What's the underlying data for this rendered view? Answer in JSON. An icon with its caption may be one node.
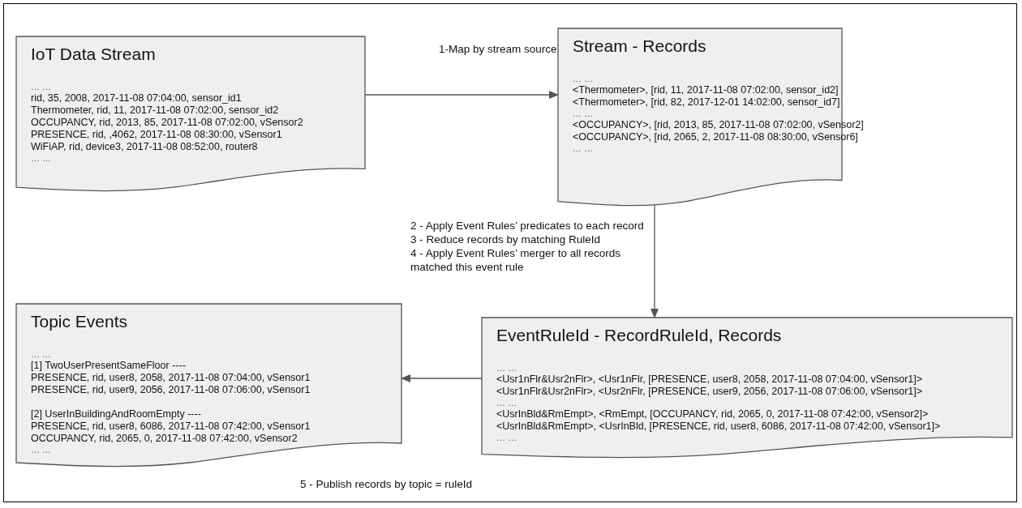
{
  "diagram": {
    "nodes": [
      {
        "text": [
          "IoT Data Stream",
          "… …",
          "rid, 35, 2008, 2017-11-08 07:04:00, sensor_id1",
          "Thermometer, rid, 11, 2017-11-08 07:02:00, sensor_id2",
          "OCCUPANCY, rid, 2013, 85, 2017-11-08 07:02:00, vSensor2",
          "PRESENCE, rid, ,4062, 2017-11-08 08:30:00, vSensor1",
          "WiFiAP, rid, device3, 2017-11-08 08:52:00, router8",
          "… …"
        ]
      },
      {
        "text": [
          "Stream - Records",
          "… …",
          "<Thermometer>, [rid, 11, 2017-11-08 07:02:00, sensor_id2]",
          "<Thermometer>, [rid, 82, 2017-12-01 14:02:00, sensor_id7]",
          "… …",
          "<OCCUPANCY>, [rid, 2013, 85, 2017-11-08 07:02:00, vSensor2]",
          "<OCCUPANCY>, [rid, 2065, 2, 2017-11-08 08:30:00, vSensor6]",
          "… …"
        ]
      },
      {
        "text": [
          "EventRuleId - RecordRuleId, Records",
          "… …",
          "<Usr1nFlr&Usr2nFlr>, <Usr1nFlr, [PRESENCE, user8, 2058, 2017-11-08 07:04:00, vSensor1]>",
          "<Usr1nFlr&Usr2nFlr>, <Usr2nFlr, [PRESENCE, user9, 2056, 2017-11-08 07:06:00, vSensor1]>",
          "… …",
          "<UsrInBld&RmEmpt>, <RmEmpt, [OCCUPANCY, rid, 2065, 0, 2017-11-08 07:42:00, vSensor2]>",
          "<UsrInBld&RmEmpt>, <UsrInBld, [PRESENCE, rid, user8, 6086, 2017-11-08 07:42:00, vSensor1]>",
          "… …"
        ]
      },
      {
        "text": [
          "Topic Events",
          "… …",
          "[1] TwoUserPresentSameFloor ----",
          "PRESENCE, rid, user8, 2058, 2017-11-08 07:04:00, vSensor1",
          "PRESENCE, rid, user9, 2056, 2017-11-08 07:06:00, vSensor1",
          "[2] UserInBuildingAndRoomEmpty ----",
          "PRESENCE, rid, user8, 6086, 2017-11-08 07:42:00, vSensor1",
          "OCCUPANCY, rid, 2065, 0, 2017-11-08 07:42:00, vSensor2",
          "… …"
        ]
      }
    ],
    "edges": [
      {
        "from": 0,
        "to": 1,
        "arrow": "to",
        "label": "1-Map by stream source"
      },
      {
        "from": 1,
        "to": 2,
        "arrow": "to"
      },
      {
        "from": 2,
        "to": 3,
        "arrow": "to"
      }
    ],
    "labels": [
      "2 - Apply Event Rules’ predicates to each record",
      "3 - Reduce records by matching RuleId",
      "4 - Apply Event Rules’ merger to all records matched this event rule",
      "5 - Publish records by topic = ruleId"
    ]
  }
}
